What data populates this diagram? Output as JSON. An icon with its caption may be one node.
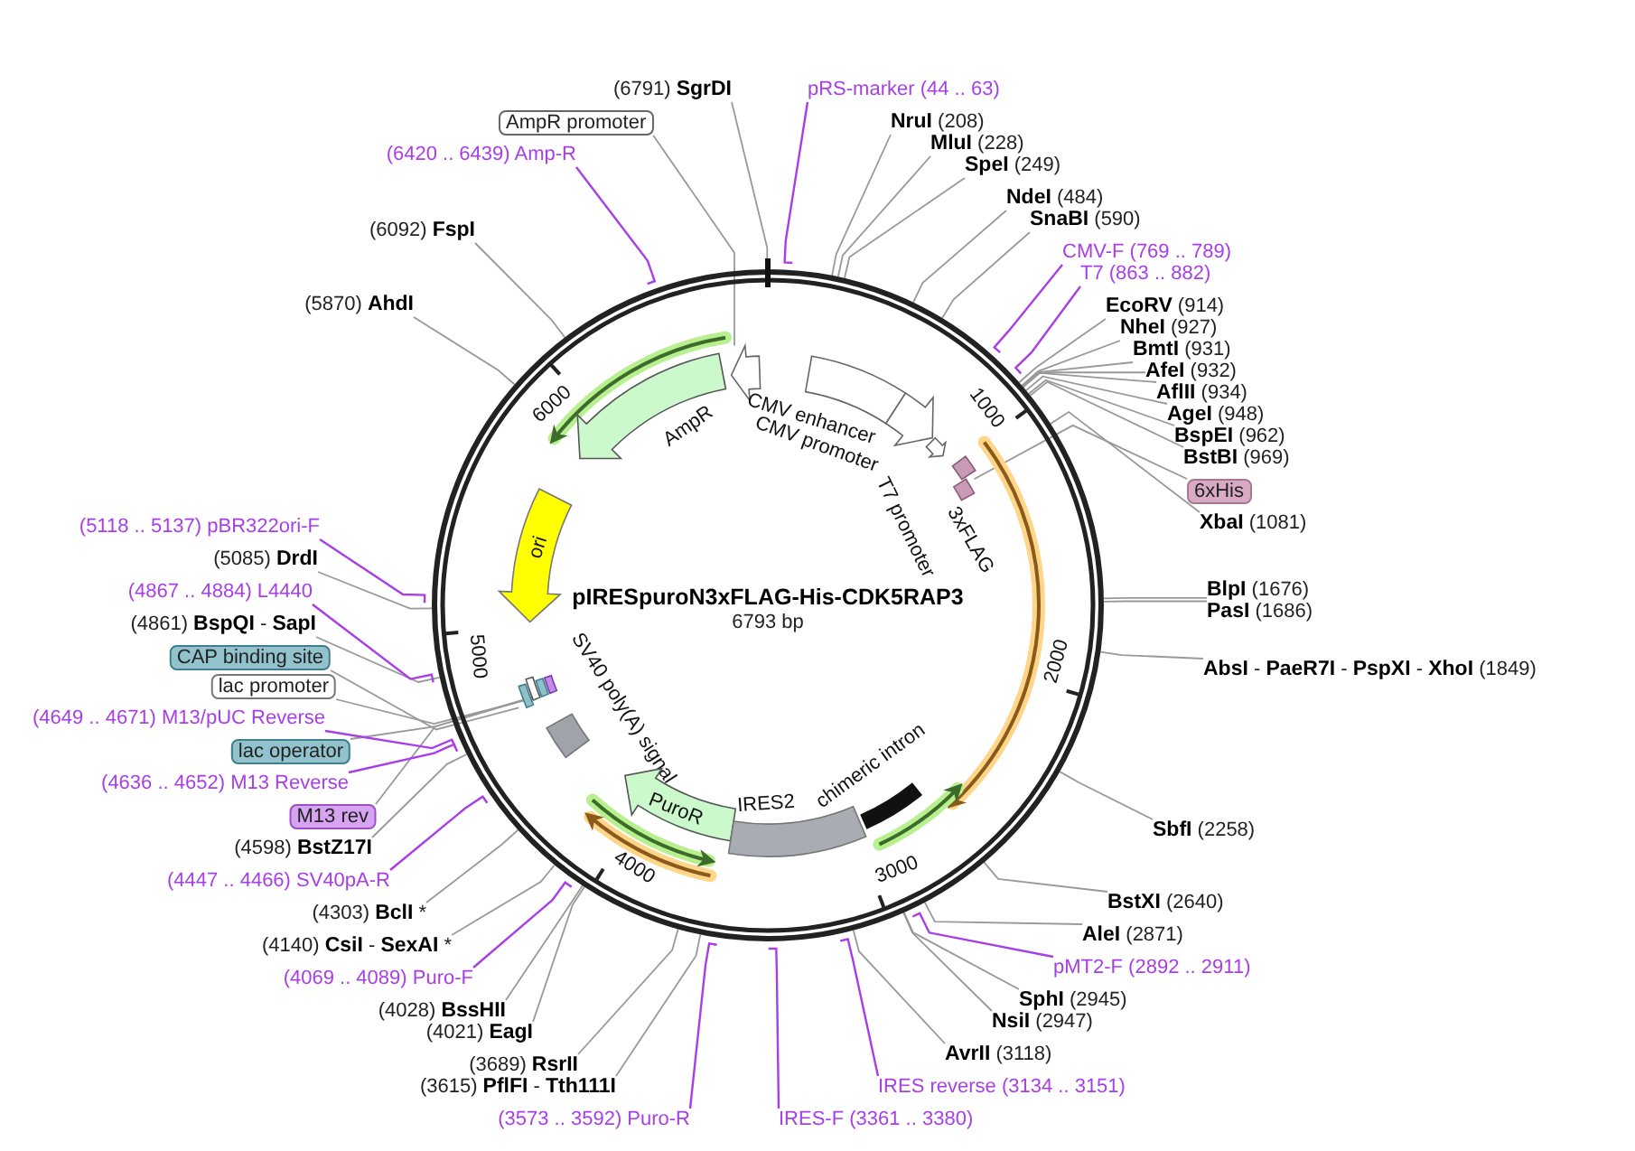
{
  "diagram": {
    "title": "pIRESpuroN3xFLAG-His-CDK5RAP3",
    "nodes": [
      {
        "text": [
          "(6791) **SgrDI**"
        ]
      },
      {
        "text": [
          "pRS-marker (44 .. 63)"
        ]
      },
      {
        "text": [
          "AmpR promoter"
        ]
      },
      {
        "text": [
          "(6420 .. 6439) Amp-R"
        ]
      },
      {
        "text": [
          "(6092) **FspI**"
        ]
      },
      {
        "text": [
          "(5870) **AhdI**"
        ]
      },
      {
        "text": [
          "**NruI** (208)"
        ]
      },
      {
        "text": [
          "**MluI** (228)"
        ]
      },
      {
        "text": [
          "**SpeI** (249)"
        ]
      },
      {
        "text": [
          "**NdeI** (484)"
        ]
      },
      {
        "text": [
          "**SnaBI** (590)"
        ]
      },
      {
        "text": [
          "CMV-F (769 .. 789)"
        ]
      },
      {
        "text": [
          "T7 (863 .. 882)"
        ]
      },
      {
        "text": [
          "**EcoRV** (914)"
        ]
      },
      {
        "text": [
          "**NheI** (927)"
        ]
      },
      {
        "text": [
          "**BmtI** (931)"
        ]
      },
      {
        "text": [
          "**AfeI** (932)"
        ]
      },
      {
        "text": [
          "**AflII** (934)"
        ]
      },
      {
        "text": [
          "**AgeI** (948)"
        ]
      },
      {
        "text": [
          "**BspEI** (962)"
        ]
      },
      {
        "text": [
          "**BstBI** (969)"
        ]
      },
      {
        "text": [
          "6xHis"
        ]
      },
      {
        "text": [
          "**XbaI** (1081)"
        ]
      },
      {
        "text": [
          "**BlpI** (1676)"
        ]
      },
      {
        "text": [
          "**PasI** (1686)"
        ]
      },
      {
        "text": [
          "**AbsI** - **PaeR7I** - **PspXI** - **XhoI** (1849)"
        ]
      },
      {
        "text": [
          "**SbfI** (2258)"
        ]
      },
      {
        "text": [
          "**BstXI** (2640)"
        ]
      },
      {
        "text": [
          "**AleI** (2871)"
        ]
      },
      {
        "text": [
          "pMT2-F (2892 .. 2911)"
        ]
      },
      {
        "text": [
          "**SphI** (2945)"
        ]
      },
      {
        "text": [
          "**NsiI** (2947)"
        ]
      },
      {
        "text": [
          "**AvrII** (3118)"
        ]
      },
      {
        "text": [
          "IRES reverse (3134 .. 3151)"
        ]
      },
      {
        "text": [
          "IRES-F (3361 .. 3380)"
        ]
      },
      {
        "text": [
          "(3573 .. 3592) Puro-R"
        ]
      },
      {
        "text": [
          "(3615) **PflFI** - **Tth111I**"
        ]
      },
      {
        "text": [
          "(3689) **RsrII**"
        ]
      },
      {
        "text": [
          "(4021) **EagI**"
        ]
      },
      {
        "text": [
          "(4028) **BssHII**"
        ]
      },
      {
        "text": [
          "(4069 .. 4089) Puro-F"
        ]
      },
      {
        "text": [
          "(4140) **CsiI** - **SexAI** *"
        ]
      },
      {
        "text": [
          "(4303) **BclI** *"
        ]
      },
      {
        "text": [
          "(4447 .. 4466) SV40pA-R"
        ]
      },
      {
        "text": [
          "(4598) **BstZ17I**"
        ]
      },
      {
        "text": [
          "M13 rev"
        ]
      },
      {
        "text": [
          "(4636 .. 4652) M13 Reverse"
        ]
      },
      {
        "text": [
          "lac operator"
        ]
      },
      {
        "text": [
          "(4649 .. 4671) M13/pUC Reverse"
        ]
      },
      {
        "text": [
          "lac promoter"
        ]
      },
      {
        "text": [
          "CAP binding site"
        ]
      },
      {
        "text": [
          "(4861) **BspQI** - **SapI**"
        ]
      },
      {
        "text": [
          "(4867 .. 4884) L4440"
        ]
      },
      {
        "text": [
          "(5085) **DrdI**"
        ]
      },
      {
        "text": [
          "(5118 .. 5137) pBR322ori-F"
        ]
      },
      {
        "text": [],
        "shape": "arrow"
      },
      {
        "text": [
          "AmpR"
        ]
      },
      {
        "text": [
          "CMV enhancer"
        ]
      },
      {
        "text": [
          "CMV promoter"
        ]
      },
      {
        "text": [
          "T7 promoter"
        ]
      },
      {
        "text": [
          "3xFLAG"
        ]
      },
      {
        "text": [],
        "shape": "bar"
      },
      {
        "text": [
          "ori"
        ]
      },
      {
        "text": [],
        "shape": "bar"
      },
      {
        "text": [],
        "shape": "bar"
      },
      {
        "text": [],
        "shape": "bar"
      },
      {
        "text": [],
        "shape": "bar"
      },
      {
        "text": [
          "SV40 poly(A) signal"
        ]
      },
      {
        "text": [
          "PuroR"
        ]
      },
      {
        "text": [
          "IRES2"
        ]
      },
      {
        "text": [
          "chimeric intron"
        ]
      }
    ],
    "edges": [
      {
        "from": 0,
        "to": null,
        "arrow": "none"
      },
      {
        "from": 1,
        "to": null,
        "arrow": "none",
        "color": "#a83ee8"
      },
      {
        "from": 2,
        "to": 55,
        "arrow": "none"
      },
      {
        "from": 3,
        "to": null,
        "arrow": "none",
        "color": "#a83ee8"
      },
      {
        "from": 4,
        "to": null,
        "arrow": "none"
      },
      {
        "from": 5,
        "to": null,
        "arrow": "none"
      },
      {
        "from": 6,
        "to": null,
        "arrow": "none"
      },
      {
        "from": 7,
        "to": null,
        "arrow": "none"
      },
      {
        "from": 8,
        "to": null,
        "arrow": "none"
      },
      {
        "from": 9,
        "to": null,
        "arrow": "none"
      },
      {
        "from": 10,
        "to": null,
        "arrow": "none"
      },
      {
        "from": 11,
        "to": null,
        "arrow": "none",
        "color": "#a83ee8"
      },
      {
        "from": 12,
        "to": null,
        "arrow": "none",
        "color": "#a83ee8"
      },
      {
        "from": 13,
        "to": null,
        "arrow": "none"
      },
      {
        "from": 14,
        "to": null,
        "arrow": "none"
      },
      {
        "from": 15,
        "to": null,
        "arrow": "none"
      },
      {
        "from": 16,
        "to": null,
        "arrow": "none"
      },
      {
        "from": 17,
        "to": null,
        "arrow": "none"
      },
      {
        "from": 18,
        "to": null,
        "arrow": "none"
      },
      {
        "from": 19,
        "to": null,
        "arrow": "none"
      },
      {
        "from": 20,
        "to": null,
        "arrow": "none"
      },
      {
        "from": 21,
        "to": 61,
        "arrow": "none"
      },
      {
        "from": 22,
        "to": null,
        "arrow": "none"
      },
      {
        "from": 23,
        "to": null,
        "arrow": "none"
      },
      {
        "from": 24,
        "to": null,
        "arrow": "none"
      },
      {
        "from": 25,
        "to": null,
        "arrow": "none"
      },
      {
        "from": 26,
        "to": null,
        "arrow": "none"
      },
      {
        "from": 27,
        "to": null,
        "arrow": "none"
      },
      {
        "from": 28,
        "to": null,
        "arrow": "none"
      },
      {
        "from": 29,
        "to": null,
        "arrow": "none",
        "color": "#a83ee8"
      },
      {
        "from": 30,
        "to": null,
        "arrow": "none"
      },
      {
        "from": 31,
        "to": null,
        "arrow": "none"
      },
      {
        "from": 32,
        "to": null,
        "arrow": "none"
      },
      {
        "from": 33,
        "to": null,
        "arrow": "none",
        "color": "#a83ee8"
      },
      {
        "from": 34,
        "to": null,
        "arrow": "none",
        "color": "#a83ee8"
      },
      {
        "from": 35,
        "to": null,
        "arrow": "none",
        "color": "#a83ee8"
      },
      {
        "from": 36,
        "to": null,
        "arrow": "none"
      },
      {
        "from": 37,
        "to": null,
        "arrow": "none"
      },
      {
        "from": 38,
        "to": null,
        "arrow": "none"
      },
      {
        "from": 39,
        "to": null,
        "arrow": "none"
      },
      {
        "from": 40,
        "to": null,
        "arrow": "none",
        "color": "#a83ee8"
      },
      {
        "from": 41,
        "to": null,
        "arrow": "none"
      },
      {
        "from": 42,
        "to": null,
        "arrow": "none"
      },
      {
        "from": 43,
        "to": null,
        "arrow": "none",
        "color": "#a83ee8"
      },
      {
        "from": 44,
        "to": null,
        "arrow": "none"
      },
      {
        "from": 45,
        "to": 66,
        "arrow": "none"
      },
      {
        "from": 46,
        "to": null,
        "arrow": "none",
        "color": "#a83ee8"
      },
      {
        "from": 47,
        "to": 65,
        "arrow": "none"
      },
      {
        "from": 48,
        "to": null,
        "arrow": "none",
        "color": "#a83ee8"
      },
      {
        "from": 49,
        "to": 64,
        "arrow": "none"
      },
      {
        "from": 50,
        "to": 63,
        "arrow": "none"
      },
      {
        "from": 51,
        "to": null,
        "arrow": "none"
      },
      {
        "from": 52,
        "to": null,
        "arrow": "none",
        "color": "#a83ee8"
      },
      {
        "from": 53,
        "to": null,
        "arrow": "none"
      },
      {
        "from": 54,
        "to": null,
        "arrow": "none",
        "color": "#a83ee8"
      }
    ],
    "labels": [
      "6793 bp",
      "1000",
      "2000",
      "3000",
      "4000",
      "5000",
      "6000"
    ]
  }
}
